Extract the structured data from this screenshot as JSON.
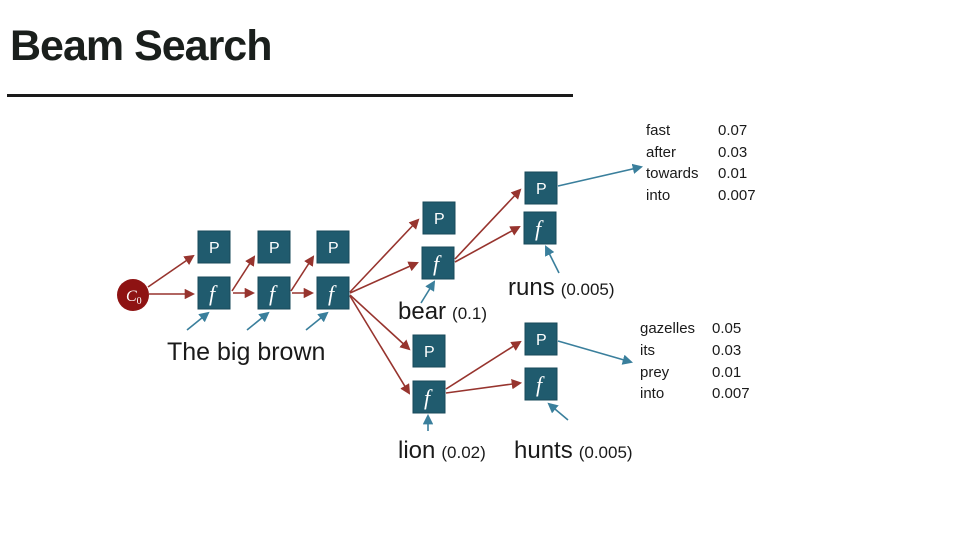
{
  "header": {
    "title": "Beam Search"
  },
  "diagram": {
    "context_node": {
      "main": "C",
      "sub": "0"
    },
    "p_label": "P",
    "f_label": "f",
    "input_phrase": "The big brown",
    "branches": {
      "bear": {
        "word": "bear",
        "prob": "(0.1)"
      },
      "runs": {
        "word": "runs",
        "prob": "(0.005)"
      },
      "lion": {
        "word": "lion",
        "prob": "(0.02)"
      },
      "hunts": {
        "word": "hunts",
        "prob": "(0.005)"
      }
    },
    "word_lists": {
      "top": {
        "rows": [
          {
            "word": "fast",
            "value": "0.07"
          },
          {
            "word": "after",
            "value": "0.03"
          },
          {
            "word": "towards",
            "value": "0.01"
          },
          {
            "word": "into",
            "value": "0.007"
          }
        ]
      },
      "bottom": {
        "rows": [
          {
            "word": "gazelles",
            "value": "0.05"
          },
          {
            "word": "its",
            "value": "0.03"
          },
          {
            "word": "prey",
            "value": "0.01"
          },
          {
            "word": "into",
            "value": "0.007"
          }
        ]
      }
    }
  },
  "colors": {
    "box_teal": "#205b6e",
    "arrow_red": "#97342e",
    "arrow_teal": "#3a7f9c",
    "context_circle_red": "#8e1313",
    "title_text": "#1a1f1c"
  }
}
